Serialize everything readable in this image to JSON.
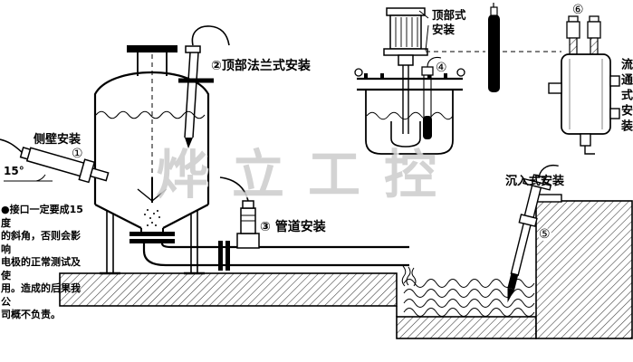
{
  "diagram": {
    "watermark": "烨立工控",
    "angle_label": "15°",
    "note_lines": [
      "●接口一定要成15度",
      "的斜角，否则会影响",
      "电极的正常测试及使",
      "用。造成的后果我公",
      "司概不负责。"
    ],
    "labels": {
      "side_wall": "侧壁安装",
      "side_wall_num": "①",
      "top_flange": "②顶部法兰式安装",
      "pipeline": "③ 管道安装",
      "top_mount_line1": "顶部式",
      "top_mount_line2": "安装",
      "top_mount_num": "④",
      "immersion": "沉入式安装",
      "immersion_num": "⑤",
      "flow_num": "⑥",
      "flow": "流通式安装"
    }
  }
}
